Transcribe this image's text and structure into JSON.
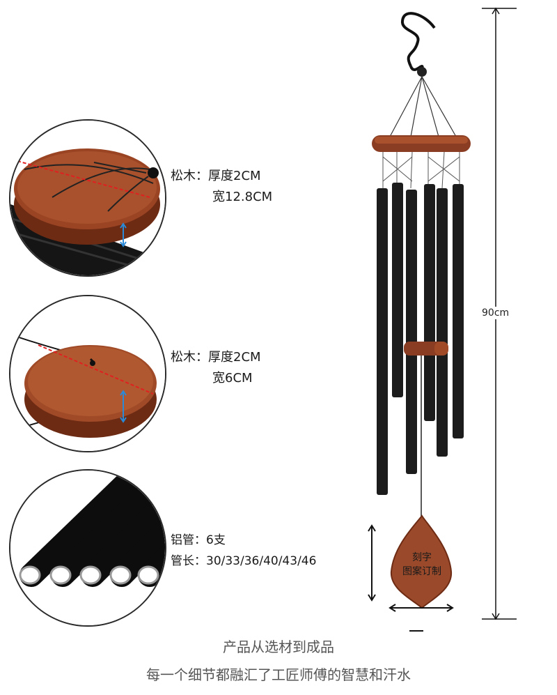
{
  "details": [
    {
      "line1": "松木：厚度2CM",
      "line2": "宽12.8CM"
    },
    {
      "line1": "松木：厚度2CM",
      "line2": "宽6CM"
    },
    {
      "line1": "铝管：6支",
      "line2": "管长：30/33/36/40/43/46"
    }
  ],
  "dimensions": {
    "height": "90cm"
  },
  "tag": {
    "line1": "刻字",
    "line2": "图案订制"
  },
  "footer": {
    "line1": "产品从选材到成品",
    "line2": "每一个细节都融汇了工匠师傅的智慧和汗水"
  },
  "colors": {
    "wood": "#8a3d22",
    "tube": "#1c1c1c",
    "accent_red": "#e02020",
    "accent_blue": "#2a8ad8"
  }
}
